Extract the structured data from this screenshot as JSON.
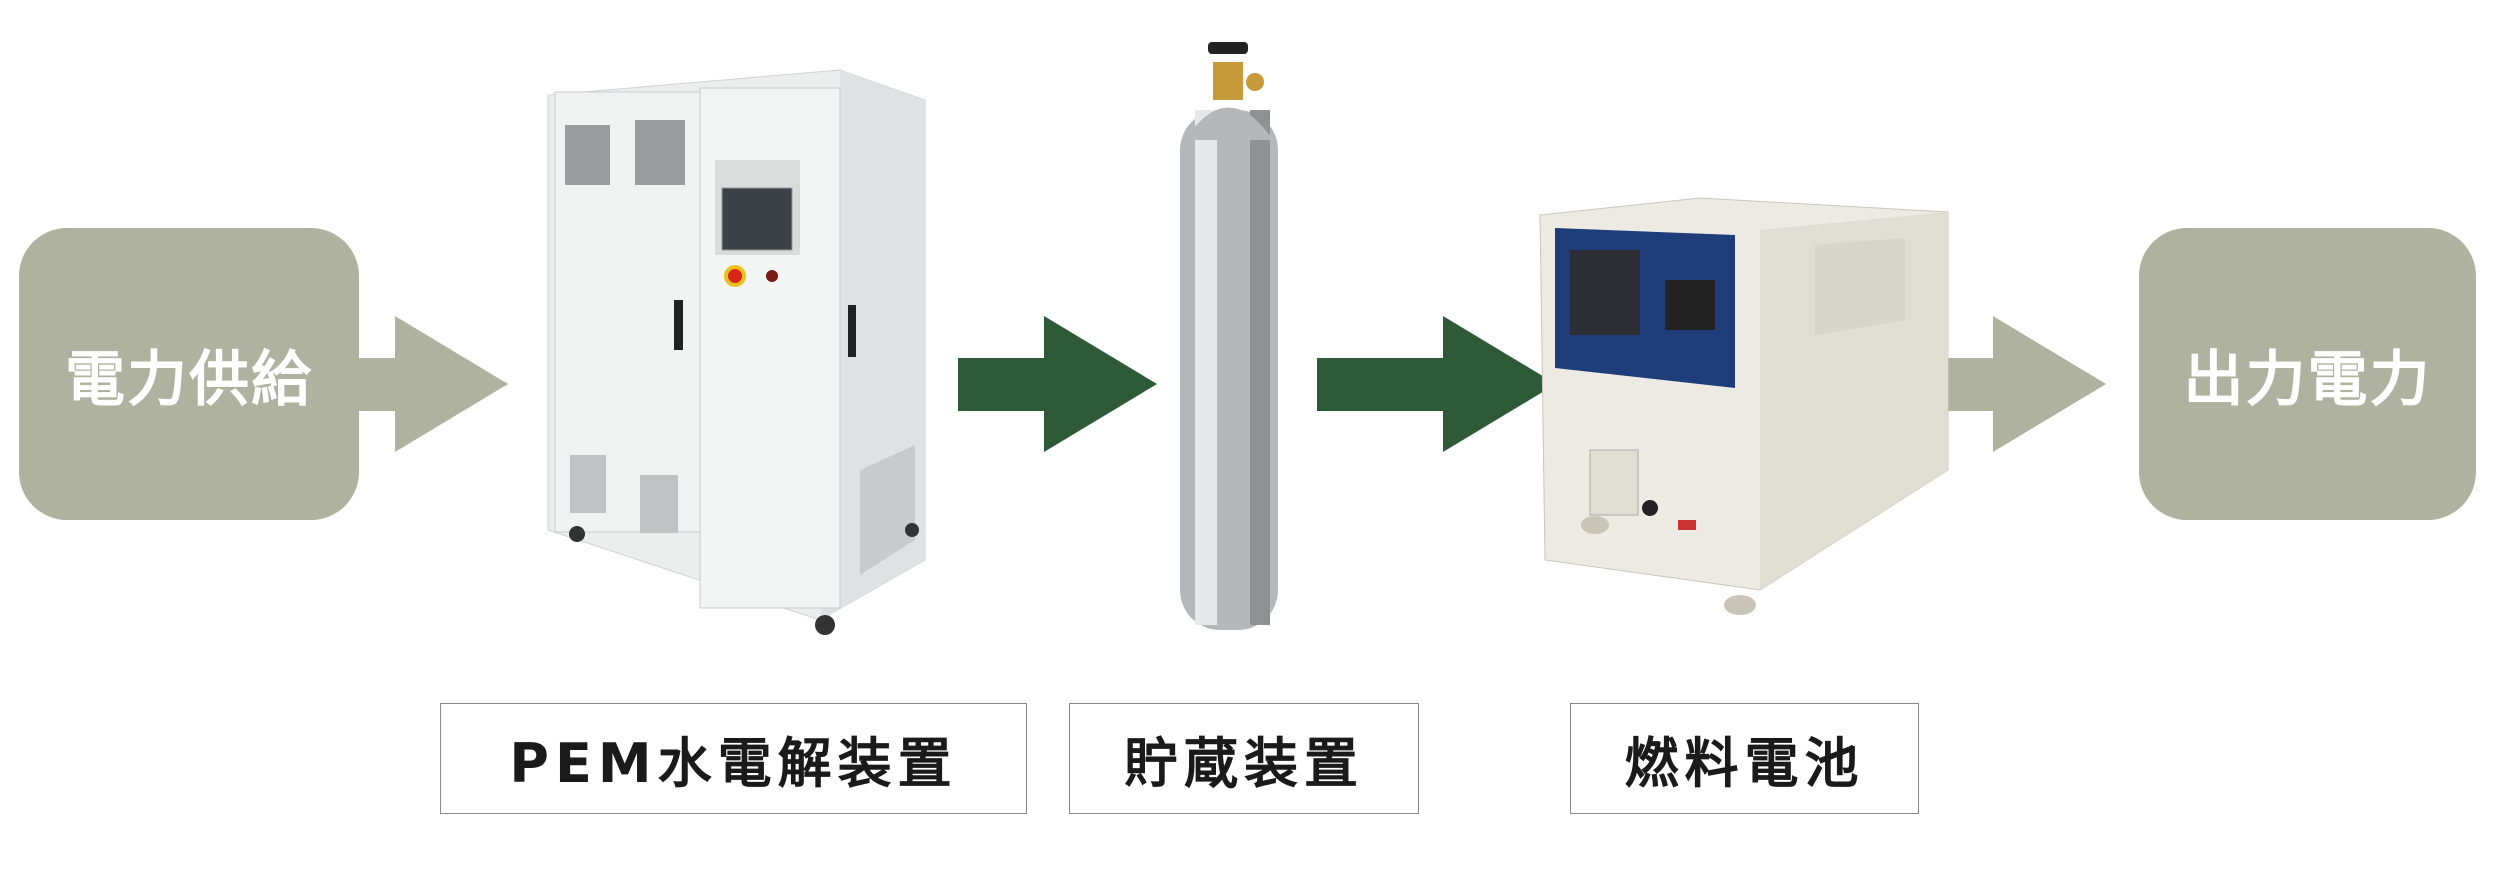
{
  "input_box": {
    "label": "電力供給"
  },
  "output_box": {
    "label": "出力電力"
  },
  "stages": [
    {
      "label": "PEM水電解装置"
    },
    {
      "label": "貯蔵装置"
    },
    {
      "label": "燃料電池"
    }
  ],
  "colors": {
    "gray_box": "#b0b2a0",
    "green_arrow": "#2f5a38",
    "gray_arrow": "#b0b2a0"
  }
}
